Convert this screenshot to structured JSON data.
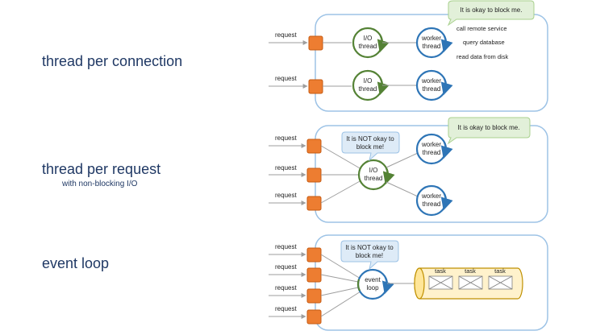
{
  "sections": [
    {
      "heading": "thread per connection",
      "subheading": "",
      "request_labels": [
        "request",
        "request"
      ],
      "io_threads": [
        [
          "I/O",
          "thread"
        ],
        [
          "I/O",
          "thread"
        ]
      ],
      "worker_threads": [
        [
          "worker",
          "thread"
        ],
        [
          "worker",
          "thread"
        ]
      ],
      "callout": "It is okay to block me.",
      "worker_tasks": [
        "call remote service",
        "query database",
        "read data from disk"
      ]
    },
    {
      "heading": "thread per request",
      "subheading": "with non-blocking I/O",
      "request_labels": [
        "request",
        "request",
        "request"
      ],
      "io_thread": [
        "I/O",
        "thread"
      ],
      "worker_threads": [
        [
          "worker",
          "thread"
        ],
        [
          "worker",
          "thread"
        ]
      ],
      "callout_io": [
        "It is NOT okay to",
        "block me!"
      ],
      "callout_worker": "It is okay to block me."
    },
    {
      "heading": "event loop",
      "subheading": "",
      "request_labels": [
        "request",
        "request",
        "request",
        "request"
      ],
      "event_loop": [
        "event",
        "loop"
      ],
      "callout": [
        "It is NOT okay to",
        "block me!"
      ],
      "tasks": [
        "task",
        "task",
        "task"
      ]
    }
  ],
  "colors": {
    "heading": "#1f3864",
    "container_border": "#9dc3e6",
    "request_box": "#ed7d31",
    "request_box_border": "#c55a11",
    "io_thread": "#548235",
    "worker_thread": "#2e75b6",
    "callout_green": "#e2f0d9",
    "callout_blue": "#deebf7",
    "queue_fill": "#fff2cc",
    "queue_border": "#bf9000",
    "line": "#7f7f7f"
  }
}
